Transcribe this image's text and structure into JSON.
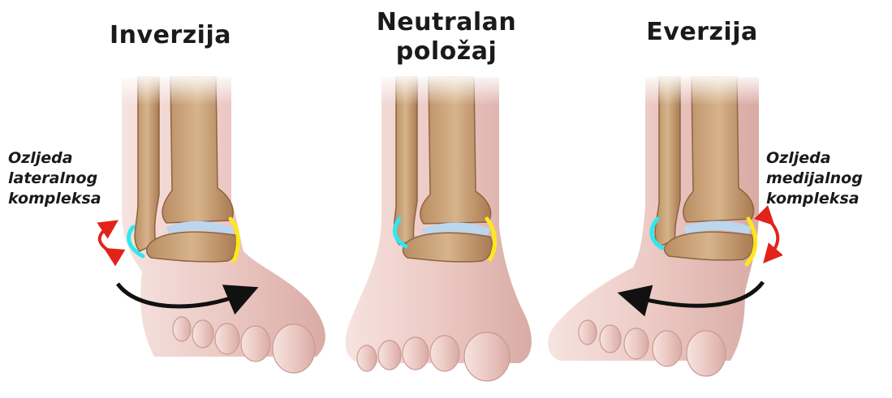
{
  "titles": {
    "inversion": "Inverzija",
    "neutral": [
      "Neutralan",
      "položaj"
    ],
    "eversion": "Everzija"
  },
  "notes": {
    "lateral_injury": [
      "Ozljeda",
      "lateralnog",
      "kompleksa"
    ],
    "medial_injury": [
      "Ozljeda",
      "medijalnog",
      "kompleksa"
    ]
  },
  "colors": {
    "skin": "#ecc9c4",
    "skin_shade": "#d8a9a3",
    "bone": "#caa27a",
    "bone_dark": "#8e6440",
    "cartilage": "#bcd6ee",
    "lateral_ligament": "#2ee8f0",
    "medial_ligament": "#ffe81a",
    "motion_arrow": "#111111",
    "stress_arrow": "#e2231a"
  }
}
